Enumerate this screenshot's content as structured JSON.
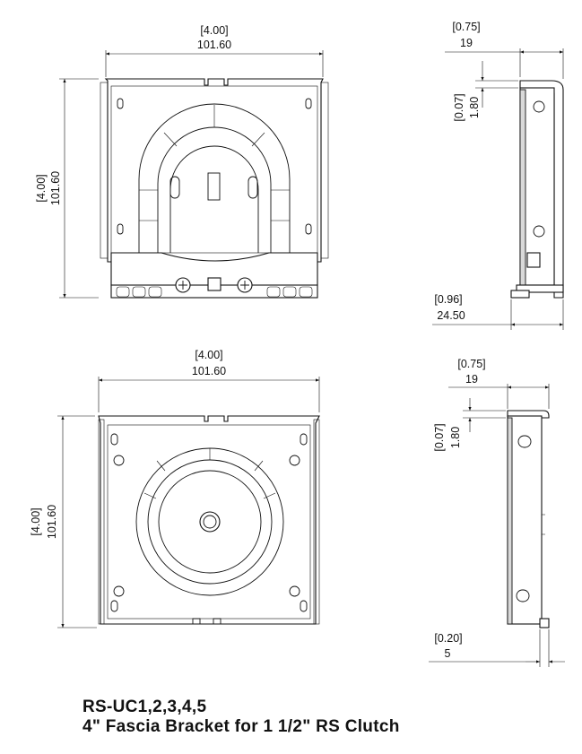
{
  "dimensions": {
    "top_front_width_in": "[4.00]",
    "top_front_width_mm": "101.60",
    "top_front_height_in": "[4.00]",
    "top_front_height_mm": "101.60",
    "top_side_width_in": "[0.75]",
    "top_side_width_mm": "19",
    "top_side_flange_in": "[0.07]",
    "top_side_flange_mm": "1.80",
    "top_side_depth_in": "[0.96]",
    "top_side_depth_mm": "24.50",
    "bottom_front_width_in": "[4.00]",
    "bottom_front_width_mm": "101.60",
    "bottom_front_height_in": "[4.00]",
    "bottom_front_height_mm": "101.60",
    "bottom_side_width_in": "[0.75]",
    "bottom_side_width_mm": "19",
    "bottom_side_flange_in": "[0.07]",
    "bottom_side_flange_mm": "1.80",
    "bottom_side_lip_in": "[0.20]",
    "bottom_side_lip_mm": "5"
  },
  "caption": {
    "line1": "RS-UC1,2,3,4,5",
    "line2": "4\" Fascia Bracket for 1 1/2\" RS Clutch"
  }
}
